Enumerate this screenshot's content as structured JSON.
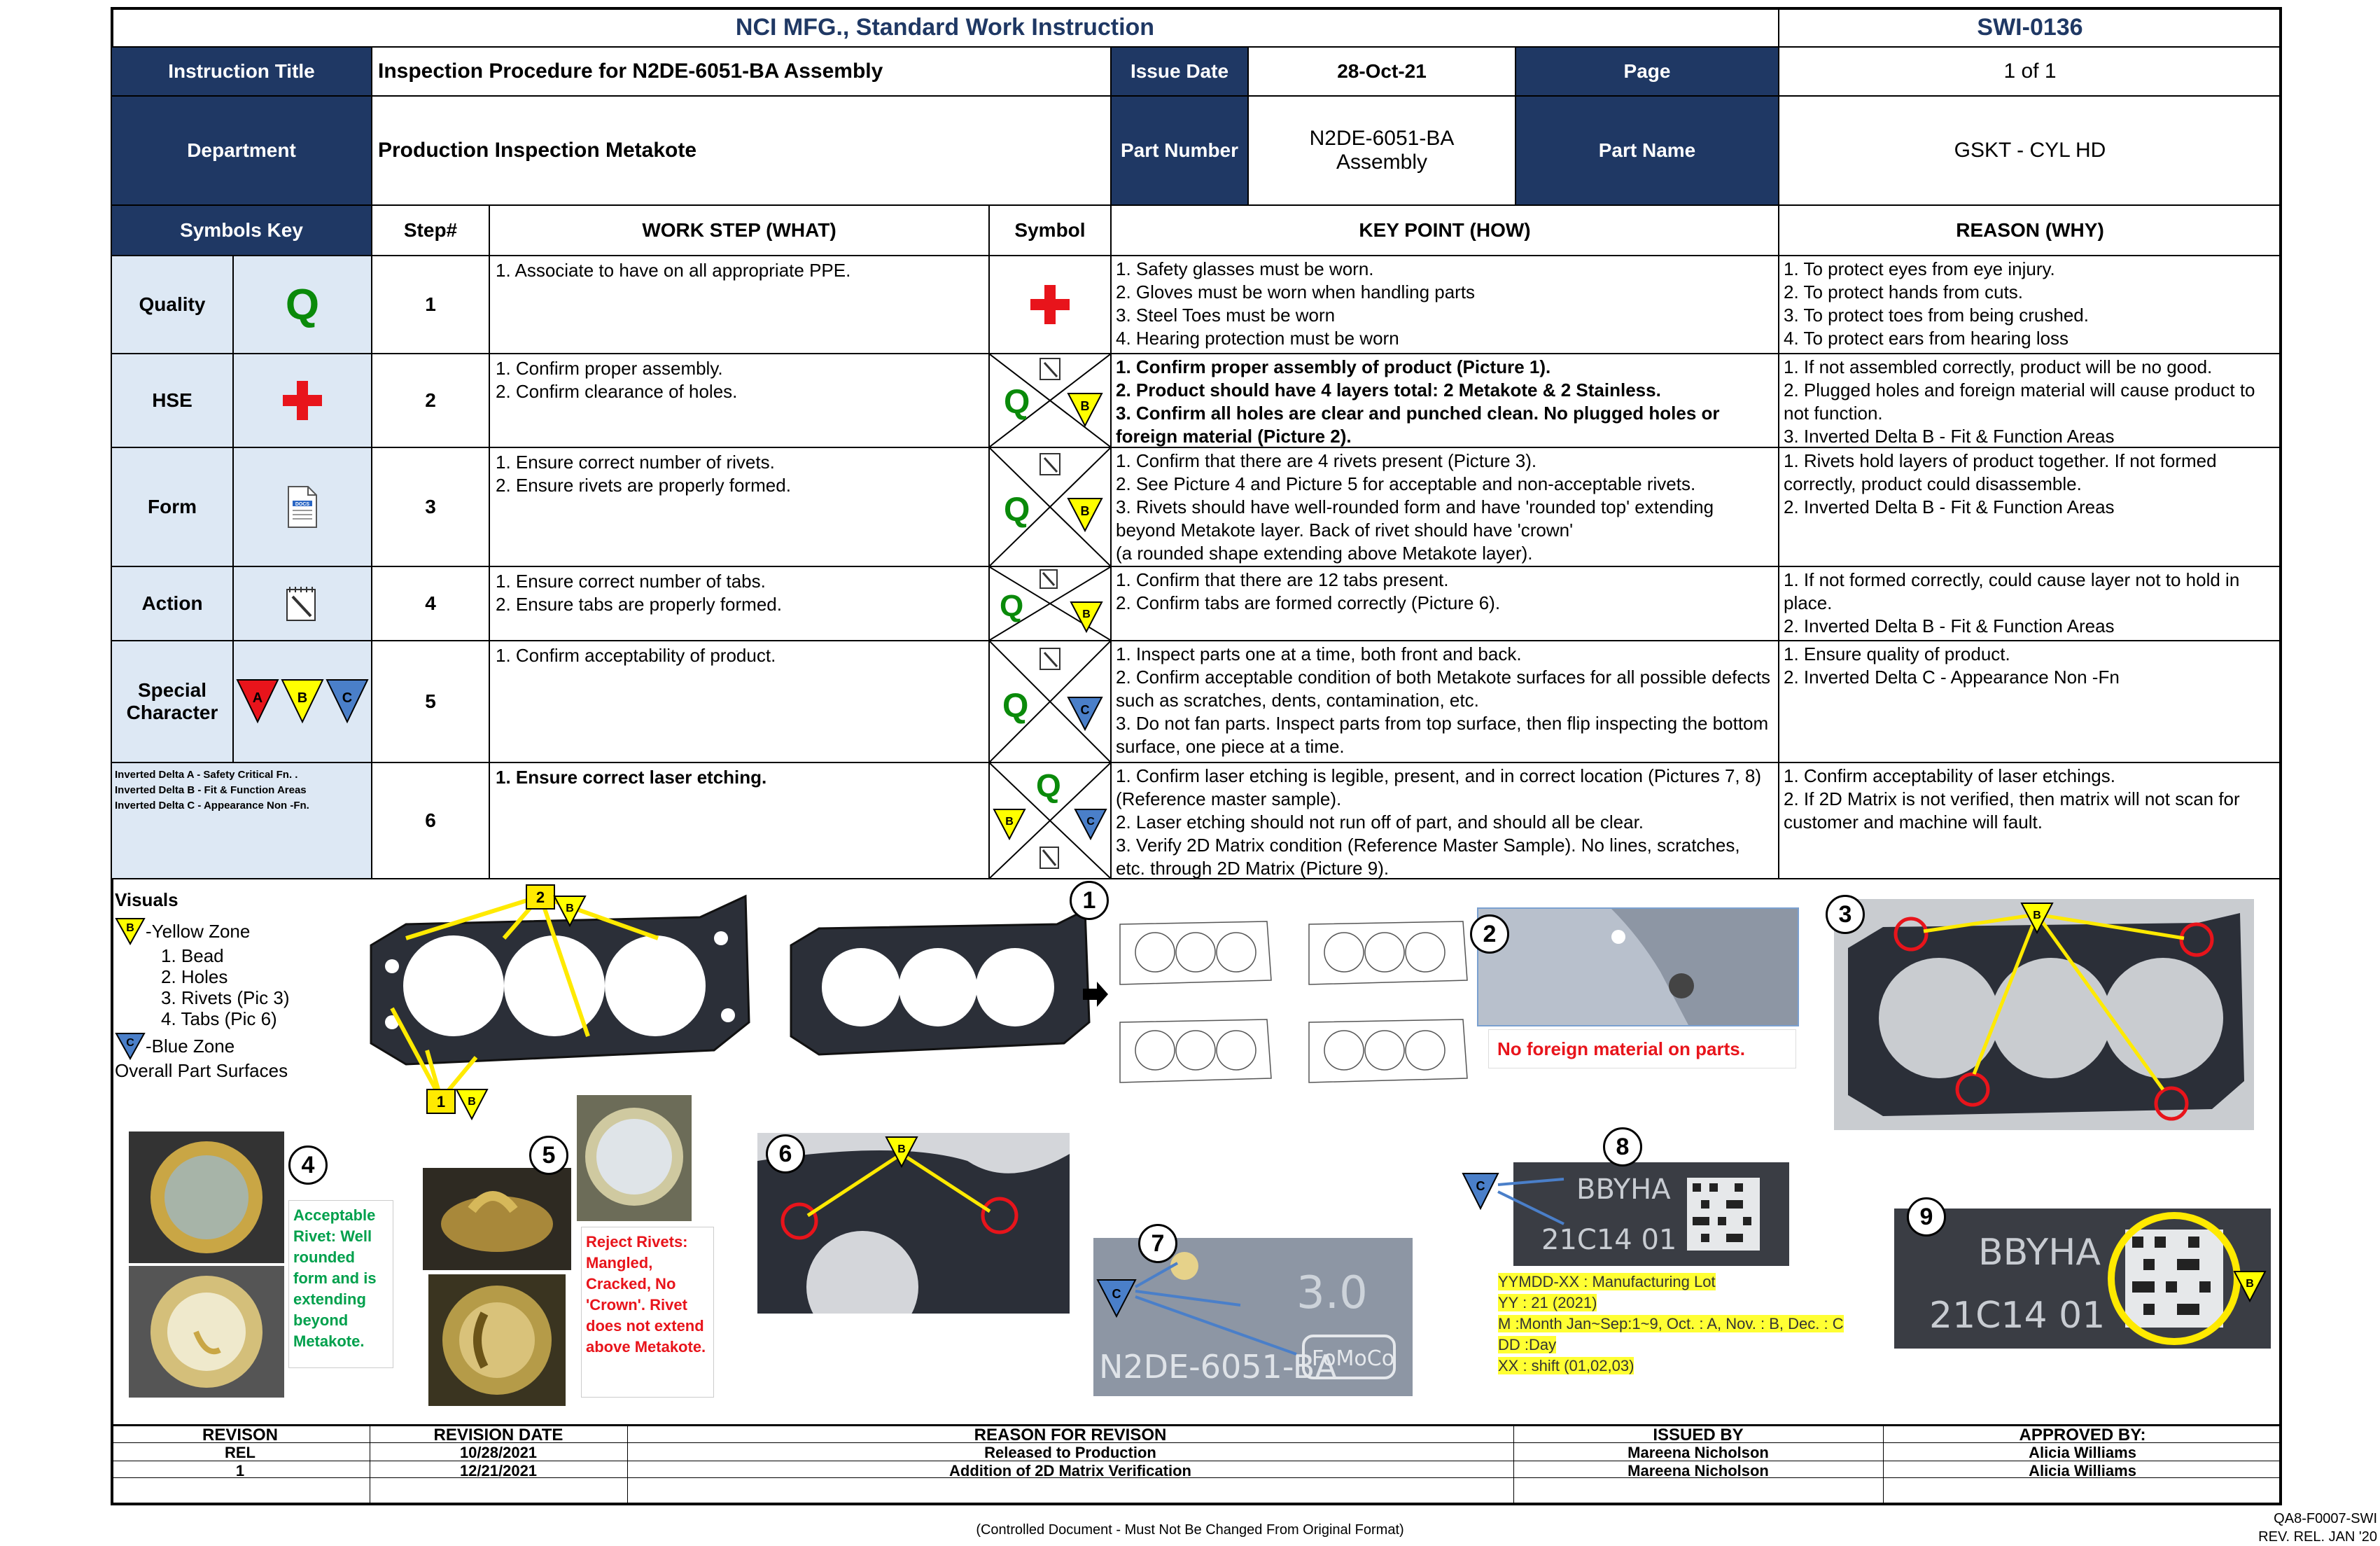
{
  "header": {
    "company_title": "NCI MFG., Standard Work Instruction",
    "doc_number": "SWI-0136",
    "instruction_title_label": "Instruction Title",
    "instruction_title": "Inspection Procedure for N2DE-6051-BA Assembly",
    "issue_date_label": "Issue Date",
    "issue_date": "28-Oct-21",
    "page_label": "Page",
    "page_value": "1 of 1",
    "department_label": "Department",
    "department": "Production Inspection Metakote",
    "part_number_label": "Part Number",
    "part_number": "N2DE-6051-BA Assembly",
    "part_name_label": "Part Name",
    "part_name": "GSKT - CYL HD"
  },
  "columns": {
    "symbols_key": "Symbols Key",
    "step": "Step#",
    "work_step": "WORK STEP (WHAT)",
    "symbol": "Symbol",
    "key_point": "KEY POINT (HOW)",
    "reason": "REASON (WHY)"
  },
  "symbols_key": {
    "quality": "Quality",
    "quality_letter": "Q",
    "hse": "HSE",
    "form": "Form",
    "action": "Action",
    "special_character": "Special Character",
    "tri_a": "A",
    "tri_b": "B",
    "tri_c": "C",
    "legend_a": "Inverted Delta A - Safety Critical Fn. .",
    "legend_b": "Inverted Delta B - Fit & Function Areas",
    "legend_c": "Inverted Delta C  - Appearance Non -Fn.",
    "form_icon_text": "DOCS"
  },
  "steps": [
    {
      "num": "1",
      "what": "1. Associate to have on all appropriate PPE.",
      "how": "1. Safety glasses must be worn.\n2. Gloves must be worn when handling parts\n3. Steel Toes must be worn\n4. Hearing protection must be worn",
      "why": "1. To protect eyes from eye injury.\n2. To protect hands from cuts.\n3. To protect toes from being crushed.\n4. To protect ears from hearing loss"
    },
    {
      "num": "2",
      "what": "1. Confirm proper assembly.\n2. Confirm clearance of holes.",
      "how": "1. Confirm proper assembly of product (Picture 1).\n2. Product should have 4 layers total: 2 Metakote & 2 Stainless.\n3. Confirm all holes are clear and punched clean. No plugged holes or foreign material (Picture 2).",
      "why": "1. If not assembled correctly, product will be no good.\n2. Plugged holes and foreign material will cause product to not function.\n3. Inverted Delta B - Fit & Function Areas"
    },
    {
      "num": "3",
      "what": "1. Ensure correct number of rivets.\n2. Ensure rivets are properly formed.",
      "how": "1. Confirm that there are 4 rivets present (Picture 3).\n2. See Picture 4 and Picture 5 for acceptable and non-acceptable rivets.\n3. Rivets should have well-rounded form and have 'rounded top' extending beyond Metakote layer. Back of rivet should have 'crown'\n(a rounded shape extending above Metakote layer).",
      "why": "1. Rivets hold layers of product together. If not formed correctly, product could disassemble.\n2. Inverted Delta B - Fit & Function Areas"
    },
    {
      "num": "4",
      "what": "1. Ensure correct number of tabs.\n2. Ensure tabs are properly formed.",
      "how": "1. Confirm that there are 12 tabs present.\n2. Confirm tabs are formed correctly (Picture 6).",
      "why": "1. If not formed correctly, could cause layer not to hold in place.\n2. Inverted Delta B - Fit & Function Areas"
    },
    {
      "num": "5",
      "what": "1. Confirm acceptability of product.",
      "how": "1. Inspect parts one at a time, both front and back.\n2. Confirm acceptable condition of both Metakote surfaces for all possible defects such as scratches, dents, contamination, etc.\n3. Do not fan parts. Inspect parts from top surface, then flip inspecting the bottom surface, one piece at a time.",
      "why": "1. Ensure quality of product.\n2. Inverted Delta C  - Appearance Non -Fn"
    },
    {
      "num": "6",
      "what": "1. Ensure correct laser etching.",
      "how": "1. Confirm laser etching is legible, present, and in correct location (Pictures 7, 8) (Reference master sample).\n2. Laser etching should not run off of part, and should all be clear.\n3. Verify 2D Matrix condition (Reference Master Sample). No lines, scratches, etc. through 2D Matrix (Picture 9).",
      "why": "1. Confirm acceptability of laser etchings.\n2. If 2D Matrix is not verified, then matrix will not scan for customer and machine will fault."
    }
  ],
  "visuals": {
    "title": "Visuals",
    "yellow_zone": "-Yellow Zone",
    "yellow_items": [
      "1. Bead",
      "2. Holes",
      "3. Rivets (Pic 3)",
      "4. Tabs (Pic 6)"
    ],
    "blue_zone": "-Blue Zone",
    "blue_desc": "Overall Part Surfaces",
    "callout_1": "1",
    "callout_2": "2",
    "pic_labels": [
      "1",
      "2",
      "3",
      "4",
      "5",
      "6",
      "7",
      "8",
      "9"
    ],
    "no_foreign": "No foreign material on parts.",
    "acceptable_rivet": "Acceptable Rivet: Well rounded form and is extending beyond Metakote.",
    "reject_rivets": "Reject Rivets: Mangled, Cracked, No 'Crown'. Rivet does not extend above Metakote.",
    "etch_text_1": "BBYHA",
    "etch_text_2": "21C14 01",
    "etch_part": "N2DE-6051-BA",
    "etch_30": "3.0",
    "etch_logo": "FoMoCo",
    "lot_lines": [
      "YYMDD-XX : Manufacturing Lot",
      "YY :  21 (2021)",
      "M  :Month Jan~Sep:1~9,  Oct. : A, Nov. : B, Dec. : C",
      "DD  :Day",
      "XX : shift (01,02,03)"
    ]
  },
  "revisions": {
    "headers": [
      "REVISON",
      "REVISION DATE",
      "REASON FOR REVISON",
      "ISSUED BY",
      "APPROVED BY:"
    ],
    "rows": [
      [
        "REL",
        "10/28/2021",
        "Released to Production",
        "Mareena Nicholson",
        "Alicia Williams"
      ],
      [
        "1",
        "12/21/2021",
        "Addition of 2D Matrix Verification",
        "Mareena Nicholson",
        "Alicia Williams"
      ]
    ]
  },
  "footer": {
    "controlled": "(Controlled Document - Must Not Be Changed From Original Format)",
    "form_code": "QA8-F0007-SWI",
    "rev_rel": "REV. REL. JAN '20"
  },
  "colors": {
    "navy": "#1f3864",
    "light_blue": "#dde8f4",
    "quality_green": "#0a8a0a",
    "hse_red": "#e8141b",
    "yellow": "#ffff00",
    "blue_tri": "#4a7fc9"
  }
}
